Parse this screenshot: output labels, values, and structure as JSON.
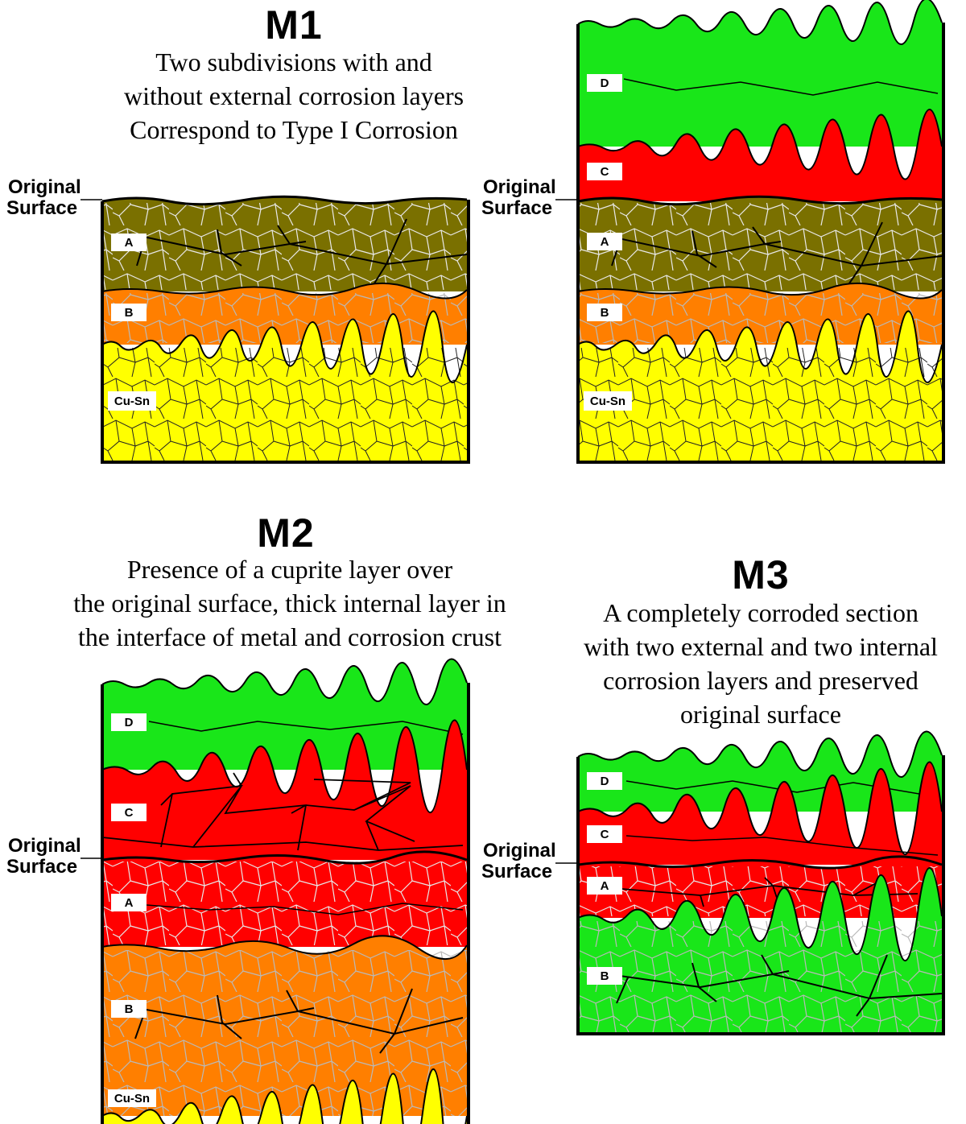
{
  "panels": {
    "m1": {
      "title": "M1",
      "description_lines": [
        "Two subdivisions with and",
        "without external corrosion layers",
        "Correspond to Type I Corrosion"
      ],
      "original_surface_lines": [
        "Original",
        "Surface"
      ],
      "layer_labels": {
        "a": "A",
        "b": "B",
        "cusn": "Cu-Sn"
      }
    },
    "m1_right": {
      "original_surface_lines": [
        "Original",
        "Surface"
      ],
      "layer_labels": {
        "d": "D",
        "c": "C",
        "a": "A",
        "b": "B",
        "cusn": "Cu-Sn"
      }
    },
    "m2": {
      "title": "M2",
      "description_lines": [
        "Presence of a cuprite layer over",
        "the original surface, thick internal layer in",
        "the interface of metal and corrosion crust"
      ],
      "original_surface_lines": [
        "Original",
        "Surface"
      ],
      "layer_labels": {
        "d": "D",
        "c": "C",
        "a": "A",
        "b": "B",
        "cusn": "Cu-Sn"
      }
    },
    "m3": {
      "title": "M3",
      "description_lines": [
        "A completely corroded section",
        "with two external and two internal",
        "corrosion layers and preserved",
        "original surface"
      ],
      "original_surface_lines": [
        "Original",
        "Surface"
      ],
      "layer_labels": {
        "d": "D",
        "c": "C",
        "a": "A",
        "b": "B"
      }
    }
  },
  "colors": {
    "green": "#19e619",
    "red": "#ff0000",
    "olive": "#7a7000",
    "orange": "#ff7f00",
    "yellow": "#ffff00"
  }
}
